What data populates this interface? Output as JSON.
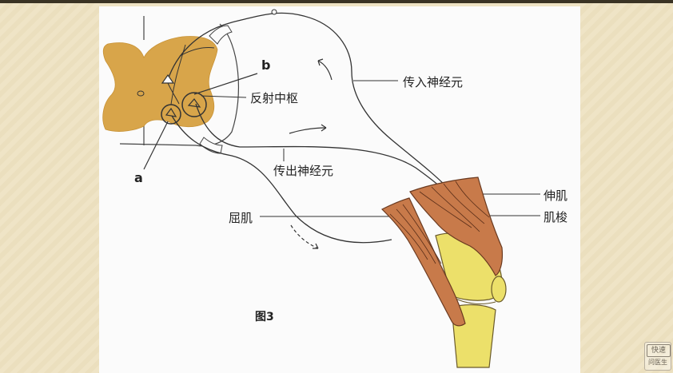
{
  "labels": {
    "afferent_neuron": "传入神经元",
    "reflex_center": "反射中枢",
    "efferent_neuron": "传出神经元",
    "flexor": "屈肌",
    "extensor": "伸肌",
    "muscle_spindle": "肌梭",
    "point_a": "a",
    "point_b": "b",
    "figure_caption": "图3"
  },
  "watermark": {
    "line1": "快速",
    "line2": "问医生"
  }
}
